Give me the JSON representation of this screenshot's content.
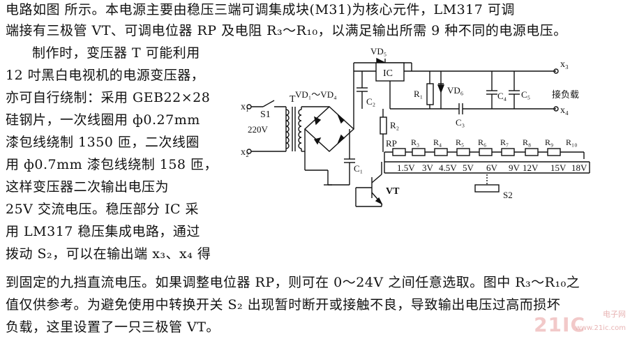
{
  "text": {
    "line1": "电路如图    所示。本电源主要由稳压三端可调集成块(M31)为核心元件，LM317 可调",
    "line2": "端接有三极管 VT、可调电位器 RP 及电阻 R₃～R₁₀，以满足输出所需 9 种不同的电源电压。",
    "col": [
      "制作时，变压器 T 可能利用",
      "12 吋黑白电视机的电源变压器，",
      "亦可自行绕制：采用 GEB22×28",
      "硅钢片，一次线圈用 ф0.27mm",
      "漆包线绕制 1350 匝，二次线圈",
      "用 ф0.7mm 漆包线绕制 158 匝，",
      "这样变压器二次输出电压为",
      "25V 交流电压。稳压部分 IC 采",
      "用 LM317 稳压集成电路，通过",
      "拨动 S₂，可以在输出端 x₃、x₄ 得"
    ],
    "bottom": [
      "到固定的九挡直流电压。如果调整电位器 RP，则可在 0～24V 之间任意选取。图中 R₃～R₁₀之",
      "值仅供参考。为避免使用中转换开关 S₂ 出现暂时断开或接触不良，导致输出电压过高而损坏",
      "负载，这里设置了一只三极管 VT。"
    ]
  },
  "diagram": {
    "x1": "x₁",
    "x2": "x₂",
    "x3": "x₃",
    "x4": "x₄",
    "s1": "S1",
    "t": "T",
    "vin": "220V",
    "bridge": "VD₁～VD₄",
    "vd5": "VD₅",
    "ic": "IC",
    "vd6": "VD₆",
    "r1": "R₁",
    "r2": "R₂",
    "c1": "C₁",
    "c2": "C₂",
    "c3": "C₃",
    "c4": "C₄",
    "c5": "C₅",
    "load": "接负载",
    "rp": "RP",
    "resistors": [
      "R₃",
      "R₄",
      "R₅",
      "R₆",
      "R₇",
      "R₈",
      "R₉",
      "R₁₀"
    ],
    "taps": [
      "1.5V",
      "3V",
      "4.5V",
      "5V",
      "6V",
      "9V",
      "12V",
      "15V",
      "18V"
    ],
    "vt": "VT",
    "s2": "S2"
  },
  "watermark": {
    "logo": "21IC",
    "site": "电子网",
    "url": "www.21ic.com"
  }
}
